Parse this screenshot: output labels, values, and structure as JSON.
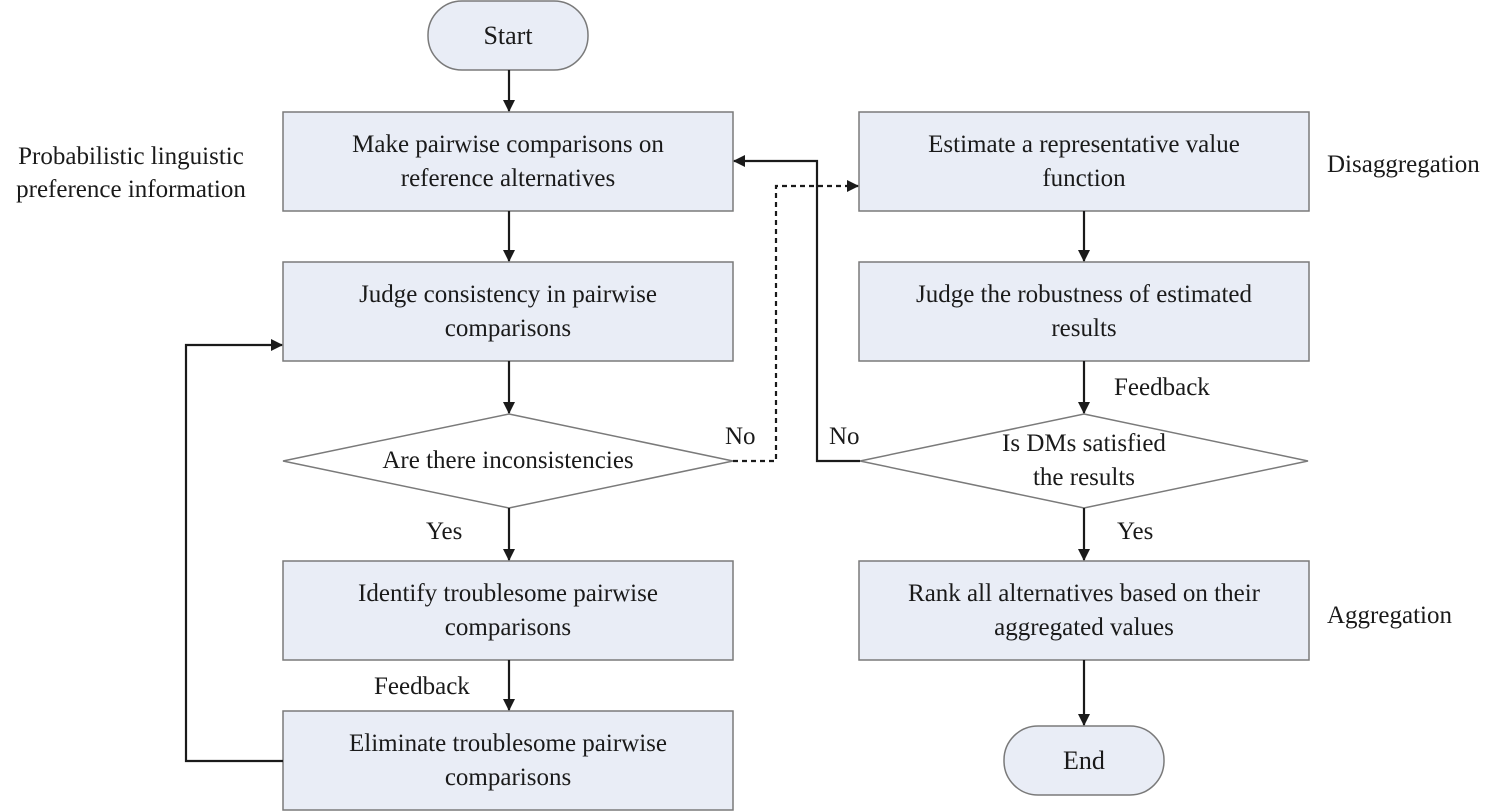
{
  "nodes": {
    "start": "Start",
    "make_pairwise": "Make pairwise comparisons on\nreference alternatives",
    "judge_consistency": "Judge consistency in pairwise\ncomparisons",
    "are_inconsistencies": "Are there inconsistencies",
    "identify_troublesome": "Identify troublesome pairwise\ncomparisons",
    "eliminate_troublesome": "Eliminate troublesome pairwise\ncomparisons",
    "estimate_value_function": "Estimate a representative value\nfunction",
    "judge_robustness": "Judge the robustness of estimated\nresults",
    "dms_satisfied": "Is DMs satisfied\nthe results",
    "rank_alternatives": "Rank all alternatives based on their\naggregated values",
    "end": "End"
  },
  "edge_labels": {
    "no_left": "No",
    "no_right": "No",
    "yes_left": "Yes",
    "yes_right": "Yes",
    "feedback_left": "Feedback",
    "feedback_right": "Feedback"
  },
  "side_labels": {
    "input": "Probabilistic linguistic\npreference information",
    "disaggregation": "Disaggregation",
    "aggregation": "Aggregation"
  },
  "colors": {
    "box_fill": "#e9edf6",
    "box_stroke": "#7a7a7a",
    "arrow": "#1a1a1a"
  }
}
